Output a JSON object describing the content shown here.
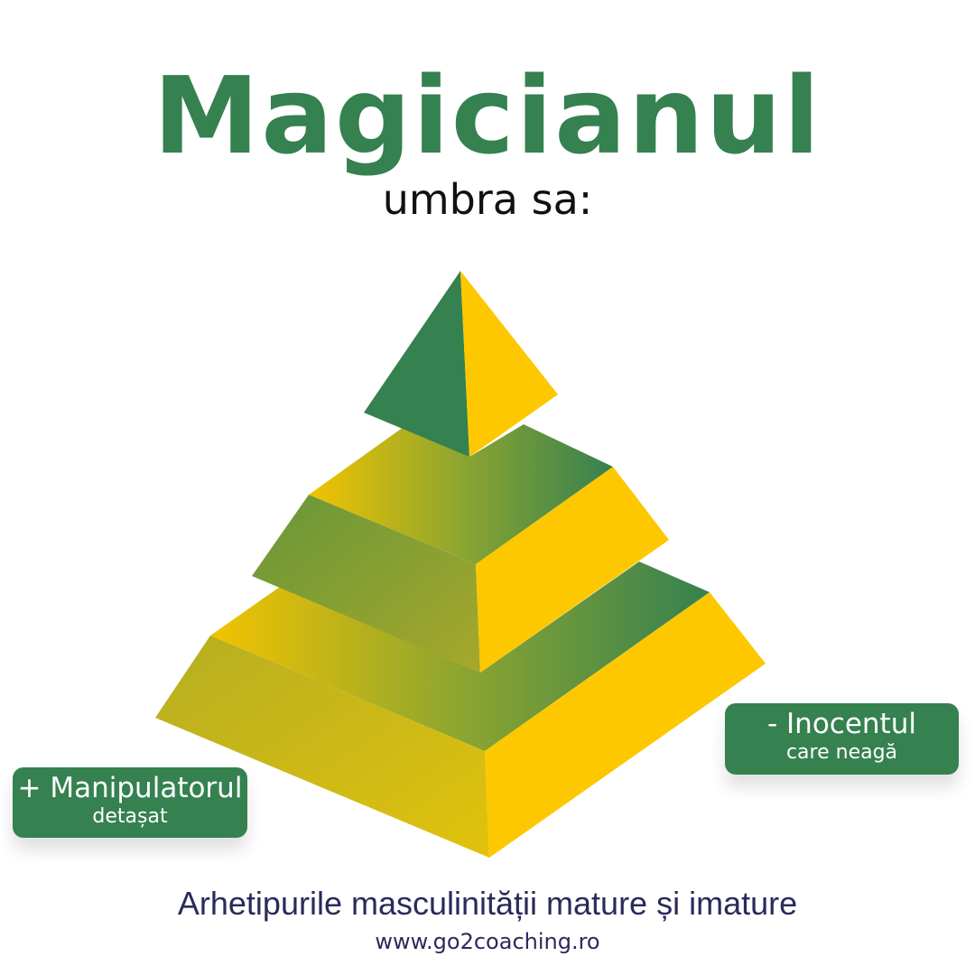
{
  "title": "Magicianul",
  "subtitle": "umbra sa:",
  "labels": {
    "positive": {
      "main": "+ Manipulatorul",
      "sub": "detașat"
    },
    "negative": {
      "main": "- Inocentul",
      "sub": "care neagă"
    }
  },
  "footer": {
    "text": "Arhetipurile masculinității mature și imature",
    "url": "www.go2coaching.ro"
  },
  "colors": {
    "green": "#358150",
    "yellow": "#fdc800",
    "navy": "#2b2a5c"
  }
}
